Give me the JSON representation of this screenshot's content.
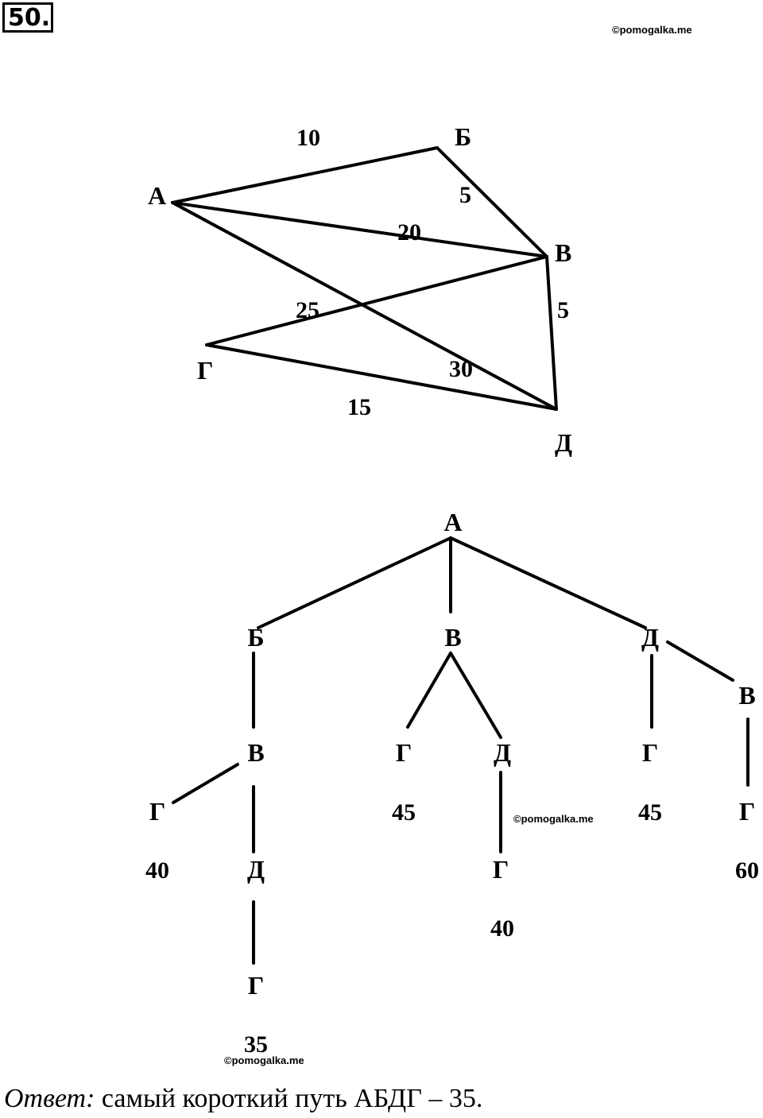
{
  "problem_number": "50.",
  "watermark": "©pomogalka.me",
  "graph": {
    "nodes": {
      "A": "А",
      "B": "Б",
      "V": "В",
      "G": "Г",
      "D": "Д"
    },
    "weights": {
      "AB": "10",
      "BV": "5",
      "AV": "20",
      "GV": "25",
      "VD": "5",
      "AD": "30",
      "GD": "15"
    }
  },
  "tree": {
    "root": "А",
    "level1": {
      "b": "Б",
      "v": "В",
      "d": "Д"
    },
    "b_branch": {
      "v": "В",
      "g": "Г",
      "g_total": "40",
      "d": "Д",
      "dg": "Г",
      "dg_total": "35"
    },
    "v_branch": {
      "g": "Г",
      "g_total": "45",
      "d": "Д",
      "dg": "Г",
      "dg_total": "40"
    },
    "d_branch": {
      "g": "Г",
      "g_total": "45",
      "v": "В",
      "vg": "Г",
      "vg_total": "60"
    }
  },
  "answer": {
    "label": "Ответ:",
    "text": " самый короткий путь АБДГ – 35."
  }
}
